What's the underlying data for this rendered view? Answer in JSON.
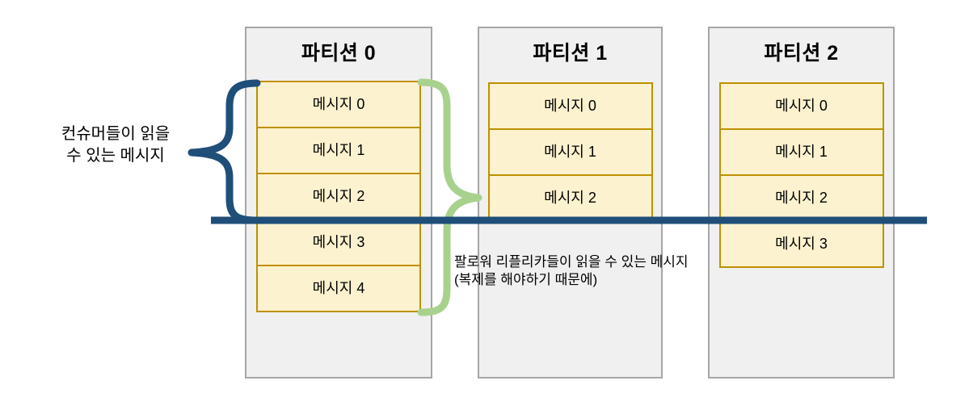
{
  "partitions": [
    {
      "label": "파티션 0",
      "messages": [
        "메시지 0",
        "메시지 1",
        "메시지 2",
        "메시지 3",
        "메시지 4"
      ]
    },
    {
      "label": "파티션 1",
      "messages": [
        "메시지 0",
        "메시지 1",
        "메시지 2"
      ]
    },
    {
      "label": "파티션 2",
      "messages": [
        "메시지 0",
        "메시지 1",
        "메시지 2",
        "메시지 3"
      ]
    }
  ],
  "annotations": {
    "consumer": {
      "line1": "컨슈머들이 읽을",
      "line2": "수 있는 메시지"
    },
    "follower": {
      "line1": "팔로워 리플리카들이 읽을 수 있는 메시지",
      "line2": "(복제를 해야하기 때문에)"
    }
  },
  "colors": {
    "partition_fill": "#f0f0f0",
    "partition_border": "#a6a6a6",
    "message_fill": "#fdf2cf",
    "message_border": "#bf9000",
    "high_watermark_line": "#1f4e79",
    "consumer_brace": "#1f4e79",
    "replica_brace": "#a9d18e"
  }
}
